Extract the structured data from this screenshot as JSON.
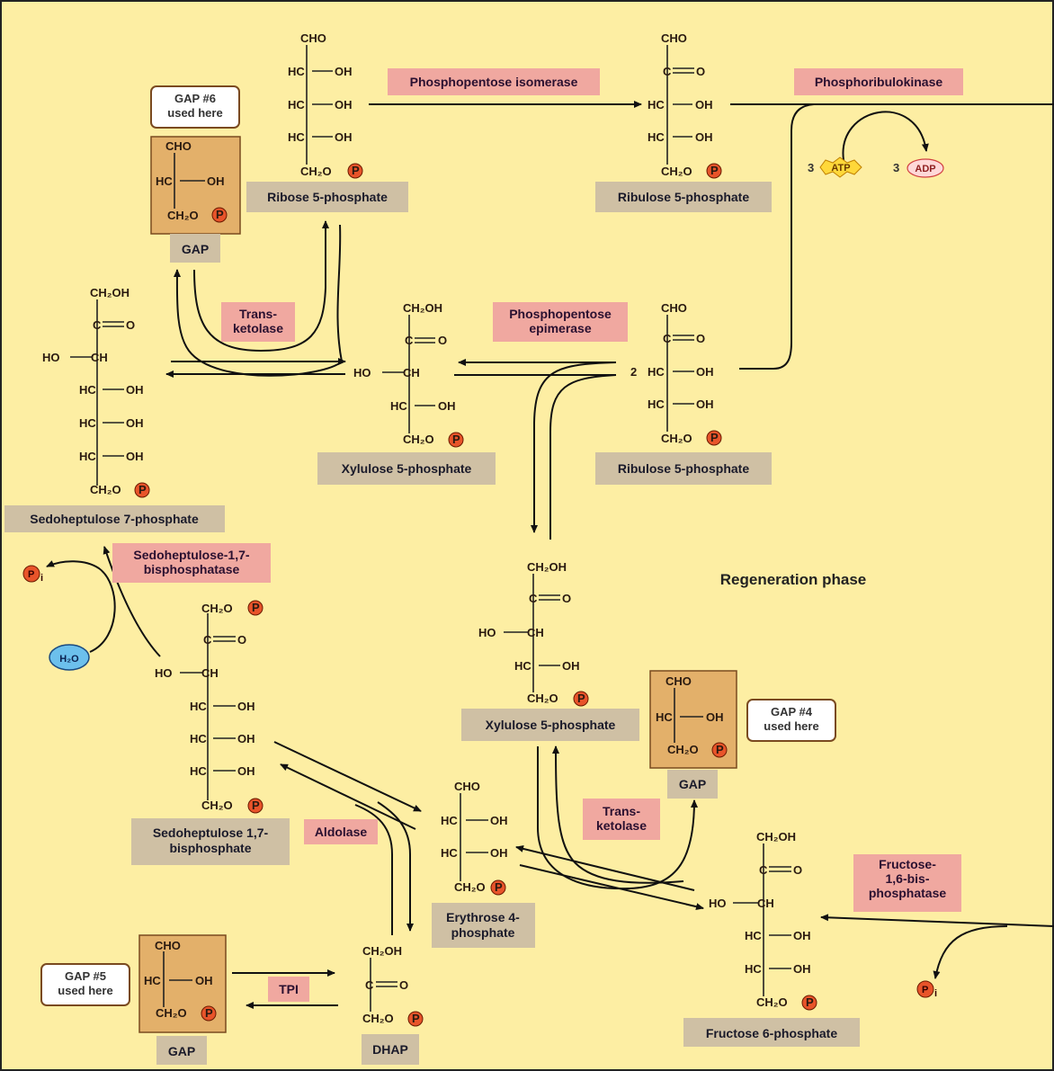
{
  "phase_title": "Regeneration phase",
  "compounds": {
    "ribose5p": {
      "label": "Ribose 5-phosphate",
      "groups": [
        "CHO",
        "HC",
        "OH",
        "HC",
        "OH",
        "HC",
        "OH",
        "CH₂O",
        "P"
      ]
    },
    "ribulose5p_top": {
      "label": "Ribulose 5-phosphate",
      "groups": [
        "CHO",
        "C",
        "O",
        "HC",
        "OH",
        "HC",
        "OH",
        "CH₂O",
        "P"
      ]
    },
    "ribulose5p_mid": {
      "label": "Ribulose 5-phosphate",
      "coef": "2",
      "groups": [
        "CHO",
        "C",
        "O",
        "HC",
        "OH",
        "HC",
        "OH",
        "CH₂O",
        "P"
      ]
    },
    "xylulose5p_mid": {
      "label": "Xylulose 5-phosphate",
      "groups": [
        "CH₂OH",
        "C",
        "O",
        "HO",
        "CH",
        "HC",
        "OH",
        "CH₂O",
        "P"
      ]
    },
    "xylulose5p_low": {
      "label": "Xylulose 5-phosphate",
      "groups": [
        "CH₂OH",
        "C",
        "O",
        "HO",
        "CH",
        "HC",
        "OH",
        "CH₂O",
        "P"
      ]
    },
    "sedoheptulose7p": {
      "label": "Sedoheptulose 7-phosphate",
      "groups": [
        "CH₂OH",
        "C",
        "O",
        "HO",
        "CH",
        "HC",
        "OH",
        "HC",
        "OH",
        "HC",
        "OH",
        "CH₂O",
        "P"
      ]
    },
    "sedoheptulose17bp": {
      "label": "Sedoheptulose 1,7-bisphosphate",
      "groups": [
        "CH₂O",
        "P",
        "C",
        "O",
        "HO",
        "CH",
        "HC",
        "OH",
        "HC",
        "OH",
        "HC",
        "OH",
        "CH₂O",
        "P"
      ]
    },
    "erythrose4p": {
      "label": "Erythrose 4-phosphate",
      "groups": [
        "CHO",
        "HC",
        "OH",
        "HC",
        "OH",
        "CH₂O",
        "P"
      ]
    },
    "fructose6p": {
      "label": "Fructose 6-phosphate",
      "groups": [
        "CH₂OH",
        "C",
        "O",
        "HO",
        "CH",
        "HC",
        "OH",
        "HC",
        "OH",
        "CH₂O",
        "P"
      ]
    },
    "dhap": {
      "label": "DHAP",
      "groups": [
        "CH₂OH",
        "C",
        "O",
        "CH₂O",
        "P"
      ]
    },
    "gap_top": {
      "label": "GAP",
      "groups": [
        "CHO",
        "HC",
        "OH",
        "CH₂O",
        "P"
      ]
    },
    "gap_right": {
      "label": "GAP",
      "groups": [
        "CHO",
        "HC",
        "OH",
        "CH₂O",
        "P"
      ]
    },
    "gap_bottom": {
      "label": "GAP",
      "groups": [
        "CHO",
        "HC",
        "OH",
        "CH₂O",
        "P"
      ]
    }
  },
  "enzymes": {
    "phosphopentose_isomerase": "Phosphopentose isomerase",
    "phosphoribulokinase": "Phosphoribulokinase",
    "transketolase_top": [
      "Trans-",
      "ketolase"
    ],
    "phosphopentose_epimerase": [
      "Phosphopentose",
      "epimerase"
    ],
    "sbpase": [
      "Sedoheptulose-1,7-",
      "bisphosphatase"
    ],
    "aldolase": "Aldolase",
    "transketolase_bottom": [
      "Trans-",
      "ketolase"
    ],
    "fbpase": [
      "Fructose-",
      "1,6-bis-",
      "phosphatase"
    ],
    "tpi": "TPI"
  },
  "notes": {
    "gap6": [
      "GAP #6",
      "used here"
    ],
    "gap4": [
      "GAP #4",
      "used here"
    ],
    "gap5": [
      "GAP #5",
      "used here"
    ]
  },
  "cofactors": {
    "atp_coef": "3",
    "atp": "ATP",
    "adp_coef": "3",
    "adp": "ADP",
    "pi": "P",
    "pi_sub": "i",
    "h2o": "H₂O"
  },
  "colors": {
    "background": "#fdeea3",
    "enzyme": "#f0a8a0",
    "label": "#cfc0a4",
    "gap_box": "#e3b06a",
    "phosphate": "#e8542a",
    "water": "#6cc0ec",
    "atp": "#ffd83a",
    "adp": "#ffd8d8"
  }
}
